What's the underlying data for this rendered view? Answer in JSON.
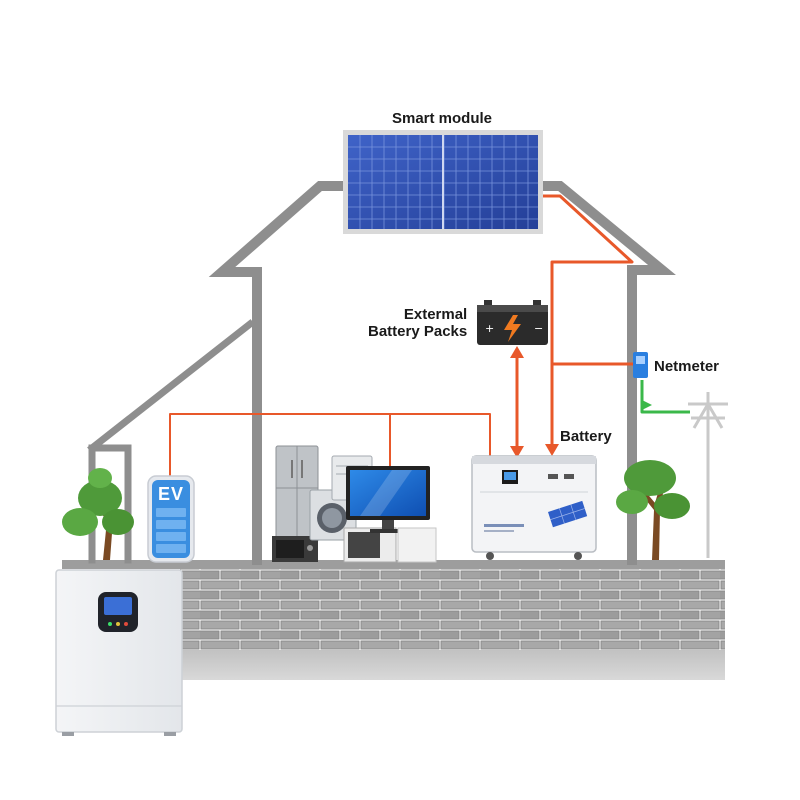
{
  "labels": {
    "smart_module": "Smart module",
    "external_battery_line1": "Extermal",
    "external_battery_line2": "Battery Packs",
    "netmeter": "Netmeter",
    "battery": "Battery",
    "ev": "EV"
  },
  "colors": {
    "wire": "#e8582a",
    "grid_wire": "#3bb84a",
    "house_outline": "#8e8e8e",
    "panel_blue": "#2f4fb0",
    "ev_blue": "#3a8ee0",
    "netmeter_blue": "#2a7fe0",
    "wall_stone": "#9a9a9a"
  },
  "icons": {
    "solar_panel": "solar-panel-icon",
    "battery_pack": "battery-bolt-icon",
    "meter": "netmeter-icon",
    "pole": "utility-pole-icon",
    "tree": "tree-icon",
    "ev": "ev-charger-icon",
    "inverter": "inverter-icon"
  }
}
